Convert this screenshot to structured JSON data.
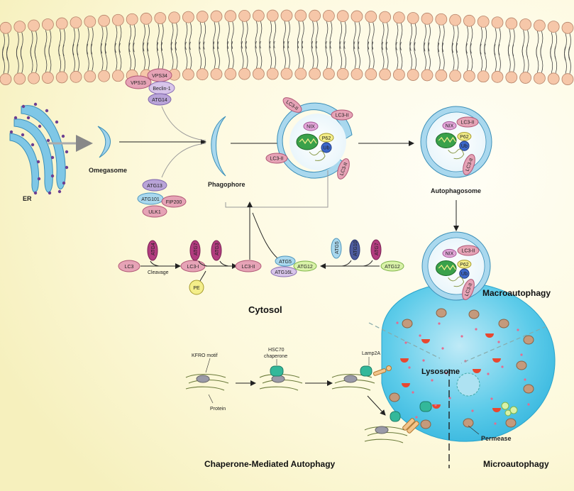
{
  "labels": {
    "er": "ER",
    "omegasome": "Omegasome",
    "phagophore": "Phagophore",
    "autophagosome": "Autophagosome",
    "macroautophagy": "Macroautophagy",
    "cytosol": "Cytosol",
    "lysosome": "Lysosome",
    "permease": "Permease",
    "microautophagy": "Microautophagy",
    "cma": "Chaperone-Mediated Autophagy",
    "kfro_motif": "KFRO motif",
    "hsc70_line1": "HSC70",
    "hsc70_line2": "chaperone",
    "protein": "Protein",
    "lamp2a": "Lamp2A",
    "cleavage": "Cleavage"
  },
  "vps_complex": {
    "vps34": "VPS34",
    "vps15": "VPS15",
    "beclin1": "Beclin-1",
    "atg14": "ATG14"
  },
  "ulk_complex": {
    "atg13": "ATG13",
    "atg101": "ATG101",
    "fip200": "FIP200",
    "ulk1": "ULK1"
  },
  "cargo": {
    "lc3ii": "LC3-II",
    "nix": "NIX",
    "p62": "P62",
    "ub": "Ub"
  },
  "lc3_pathway": {
    "lc3": "LC3",
    "atg4": "ATG4",
    "lc3i": "LC3-I",
    "atg7": "ATG7",
    "atg3": "ATG3",
    "pe": "PE",
    "lc3ii": "LC3-II",
    "atg5": "ATG5",
    "atg16l": "ATG16L",
    "atg12": "ATG12",
    "atg10": "ATG10"
  },
  "colors": {
    "membrane_head": "#f6c7a9",
    "membrane_stroke": "#b58268",
    "vesicle_blue": "#a9d8ee",
    "lysosome_blue": "#52c6e6",
    "pink_protein": "#e6a3b6",
    "magenta": "#b23c7f",
    "purple": "#9b86c7",
    "yellow": "#f4ee8a",
    "ub_blue": "#3c67c9",
    "chaperone_green": "#33b89a"
  }
}
